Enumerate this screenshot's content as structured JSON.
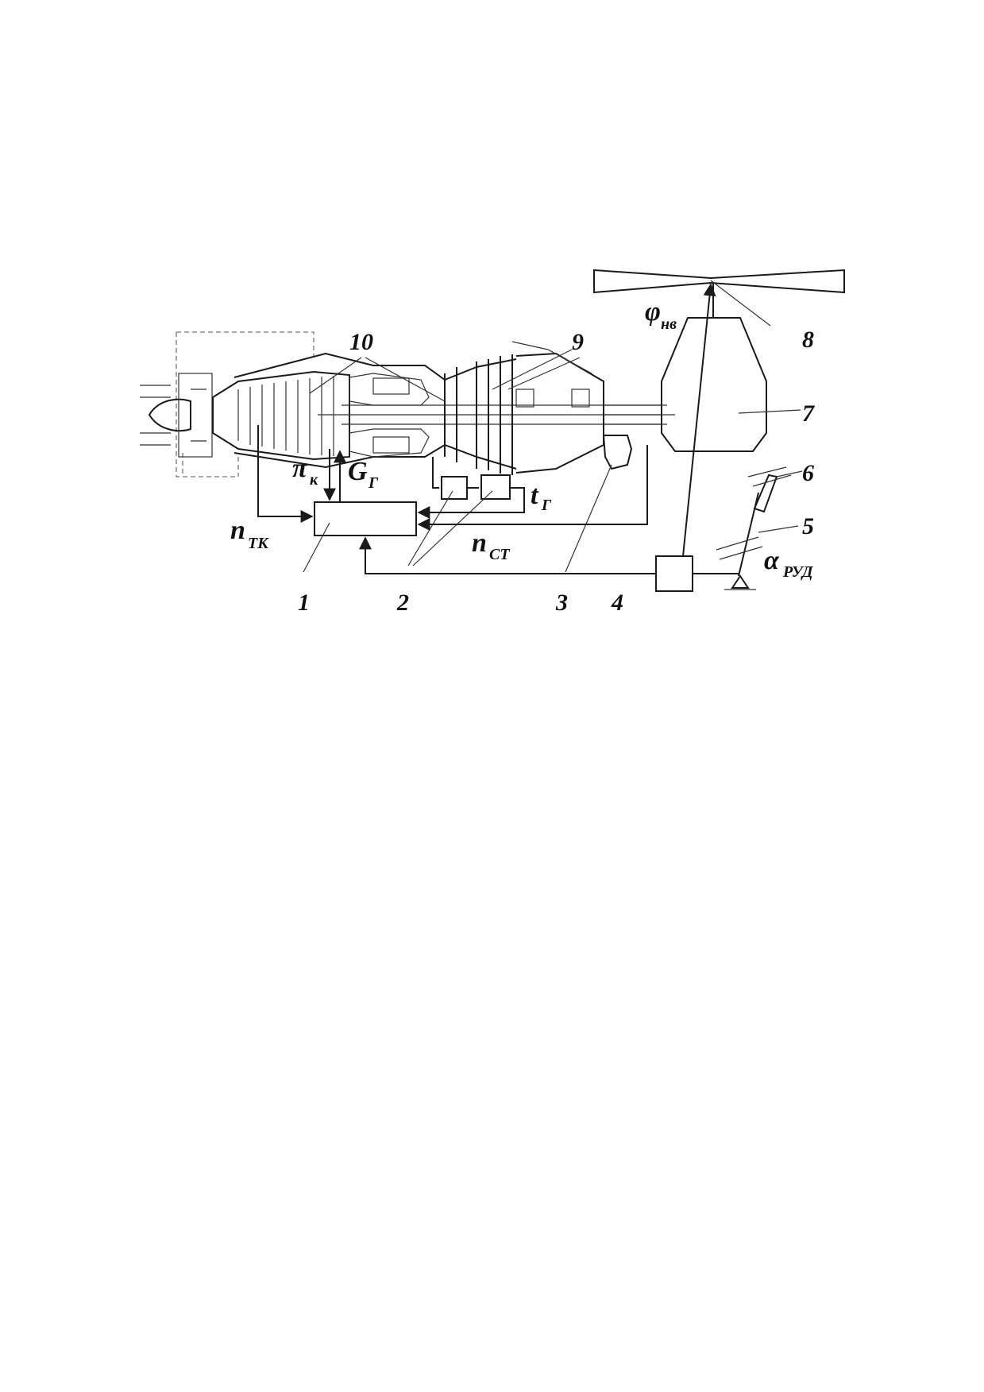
{
  "labels": {
    "n1": "1",
    "n2": "2",
    "n3": "3",
    "n4": "4",
    "n5": "5",
    "n6": "6",
    "n7": "7",
    "n8": "8",
    "n9": "9",
    "n10": "10"
  },
  "symbols": {
    "phi_main": "φ",
    "phi_sub": "нв",
    "pi_main": "π",
    "pi_sub": "к",
    "g_main": "G",
    "g_sub": "Г",
    "t_main": "t",
    "t_sub": "Г",
    "ntk_main": "n",
    "ntk_sub": "ТК",
    "nst_main": "n",
    "nst_sub": "СТ",
    "alpha_main": "α",
    "alpha_sub": "РУД"
  }
}
